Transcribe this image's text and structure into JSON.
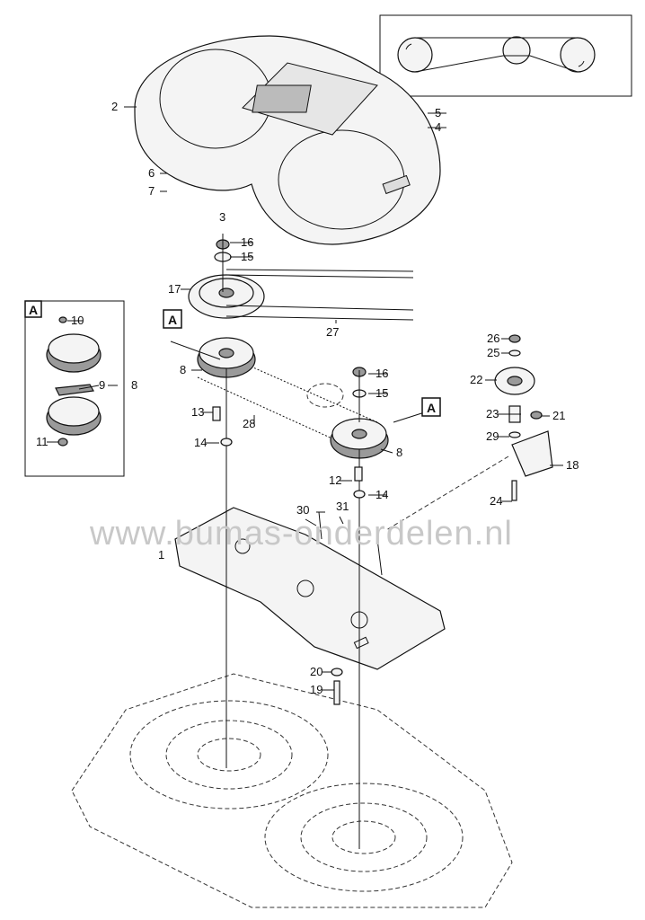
{
  "watermark": "www.bumas-onderdelen.nl",
  "callout_letter": "A",
  "parts": [
    {
      "id": "p1",
      "num": "1"
    },
    {
      "id": "p2",
      "num": "2"
    },
    {
      "id": "p3",
      "num": "3"
    },
    {
      "id": "p4",
      "num": "4"
    },
    {
      "id": "p5",
      "num": "5"
    },
    {
      "id": "p6",
      "num": "6"
    },
    {
      "id": "p7",
      "num": "7"
    },
    {
      "id": "p8a",
      "num": "8"
    },
    {
      "id": "p8b",
      "num": "8"
    },
    {
      "id": "p8c",
      "num": "8"
    },
    {
      "id": "p9",
      "num": "9"
    },
    {
      "id": "p10",
      "num": "10"
    },
    {
      "id": "p11",
      "num": "11"
    },
    {
      "id": "p12",
      "num": "12"
    },
    {
      "id": "p13",
      "num": "13"
    },
    {
      "id": "p14a",
      "num": "14"
    },
    {
      "id": "p14b",
      "num": "14"
    },
    {
      "id": "p15a",
      "num": "15"
    },
    {
      "id": "p15b",
      "num": "15"
    },
    {
      "id": "p16a",
      "num": "16"
    },
    {
      "id": "p16b",
      "num": "16"
    },
    {
      "id": "p17",
      "num": "17"
    },
    {
      "id": "p18",
      "num": "18"
    },
    {
      "id": "p19",
      "num": "19"
    },
    {
      "id": "p20",
      "num": "20"
    },
    {
      "id": "p21",
      "num": "21"
    },
    {
      "id": "p22",
      "num": "22"
    },
    {
      "id": "p23",
      "num": "23"
    },
    {
      "id": "p24",
      "num": "24"
    },
    {
      "id": "p25",
      "num": "25"
    },
    {
      "id": "p26",
      "num": "26"
    },
    {
      "id": "p27",
      "num": "27"
    },
    {
      "id": "p28",
      "num": "28"
    },
    {
      "id": "p29",
      "num": "29"
    },
    {
      "id": "p30",
      "num": "30"
    },
    {
      "id": "p31",
      "num": "31"
    }
  ]
}
